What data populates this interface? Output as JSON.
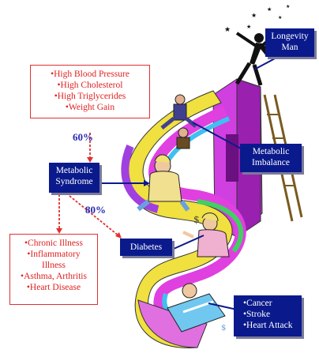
{
  "risk_factors": {
    "lines": [
      "•High Blood Pressure",
      "•High Cholesterol",
      "•High Triglycerides",
      "•Weight Gain"
    ]
  },
  "metabolic_syndrome": {
    "lines": [
      "Metabolic",
      "Syndrome"
    ]
  },
  "percent_60": "60%",
  "percent_80": "80%",
  "chronic_illness": {
    "lines": [
      "•Chronic Illness",
      "•Inflammatory",
      "Illness",
      "•Asthma, Arthritis",
      "•Heart Disease"
    ]
  },
  "diabetes": {
    "label": "Diabetes"
  },
  "longevity_man": {
    "lines": [
      "Longevity",
      "Man"
    ]
  },
  "metabolic_imbalance": {
    "lines": [
      "Metabolic",
      "Imbalance"
    ]
  },
  "outcomes": {
    "lines": [
      "•Cancer",
      "•Stroke",
      "•Heart Attack"
    ]
  },
  "colors": {
    "red": "#e03030",
    "navy": "#0a1a8c",
    "percent_blue": "#2a2ab0"
  }
}
